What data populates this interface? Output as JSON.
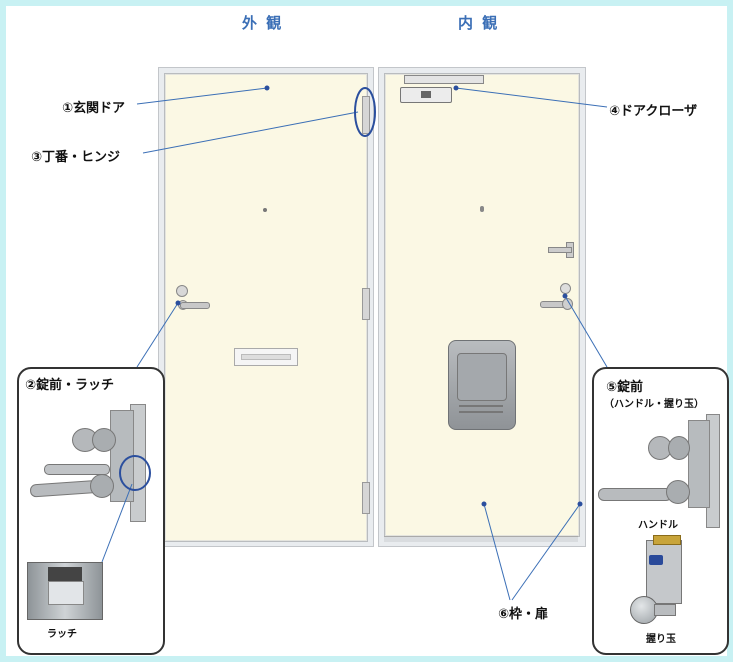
{
  "headings": {
    "exterior": "外 観",
    "interior": "内 観"
  },
  "labels": {
    "door": "①玄関ドア",
    "latch_lock": "②錠前・ラッチ",
    "hinge": "③丁番・ヒンジ",
    "closer": "④ドアクローザ",
    "lock_handle": "⑤錠前",
    "lock_handle_sub": "（ハンドル・握り玉）",
    "frame_door": "⑥枠・扉"
  },
  "sublabels": {
    "latch": "ラッチ",
    "handle": "ハンドル",
    "knob": "握り玉"
  },
  "colors": {
    "background": "#c8f1f3",
    "door": "#fbf8e4",
    "leader": "#3b6fb6",
    "highlight_circle": "#2b4f9e",
    "heading": "#3b6fb6"
  }
}
